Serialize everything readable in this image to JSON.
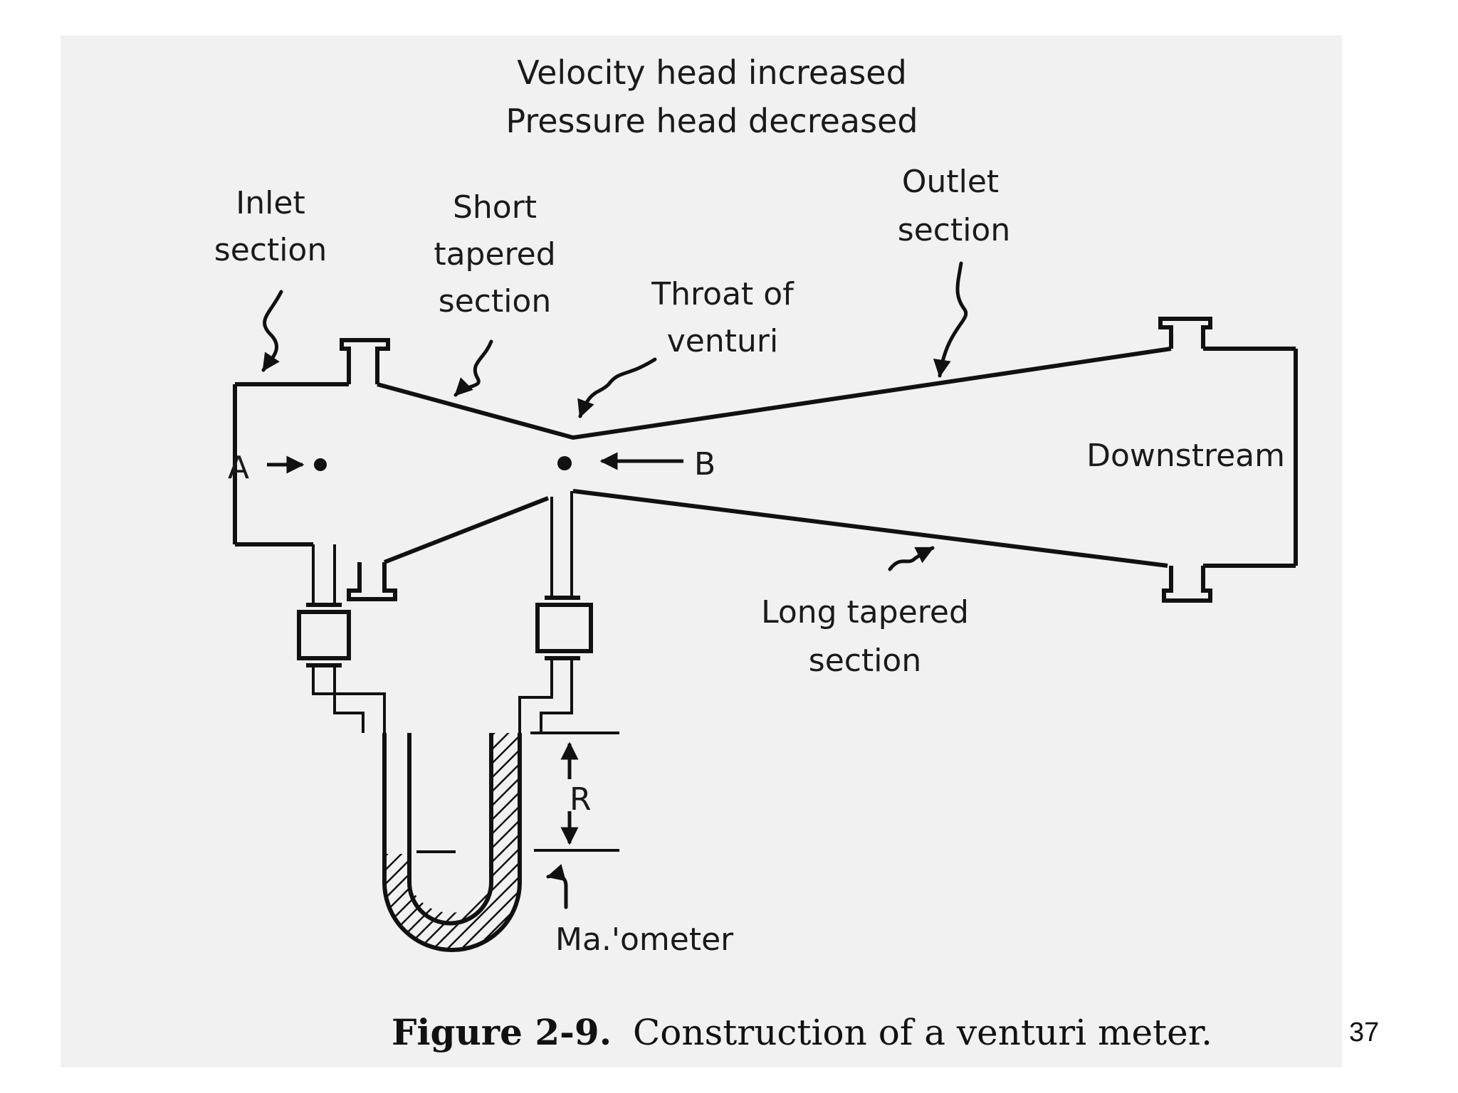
{
  "labels": {
    "velocity": "Velocity head increased",
    "pressure": "Pressure head decreased",
    "inlet_1": "Inlet",
    "inlet_2": "section",
    "short_1": "Short",
    "short_2": "tapered",
    "short_3": "section",
    "throat_1": "Throat of",
    "throat_2": "venturi",
    "outlet_1": "Outlet",
    "outlet_2": "section",
    "point_a": "A",
    "point_b": "B",
    "downstream": "Downstream",
    "long_1": "Long tapered",
    "long_2": "section",
    "r": "R",
    "manometer": "Ma.'ometer"
  },
  "caption": {
    "figure_number": "Figure 2-9.",
    "text": "Construction of a venturi meter."
  },
  "slide_number": "37",
  "colors": {
    "ink": "#111111",
    "paper": "#f1f1f1"
  }
}
